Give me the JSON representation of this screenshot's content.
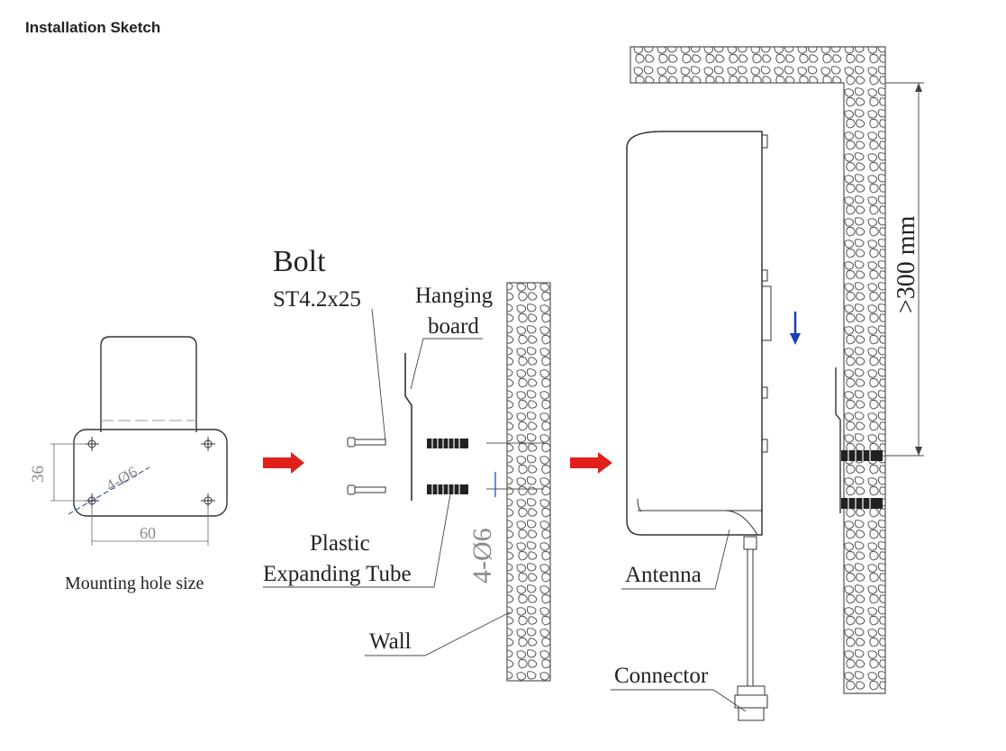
{
  "heading": "Installation Sketch",
  "mounting": {
    "dim_height": "36",
    "dim_holes": "4-Ø6",
    "dim_width": "60",
    "caption": "Mounting hole size"
  },
  "parts": {
    "bolt_title": "Bolt",
    "bolt_spec": "ST4.2x25",
    "board_line1": "Hanging",
    "board_line2": "board",
    "tube_line1": "Plastic",
    "tube_line2": "Expanding Tube",
    "wall_holes": "4-Ø6",
    "wall": "Wall"
  },
  "device": {
    "antenna": "Antenna",
    "connector": "Connector",
    "clearance": ">300 mm"
  },
  "colors": {
    "arrow_red": "#e0201b",
    "arrow_blue": "#1a3fb0",
    "wall_stroke": "#555555"
  }
}
